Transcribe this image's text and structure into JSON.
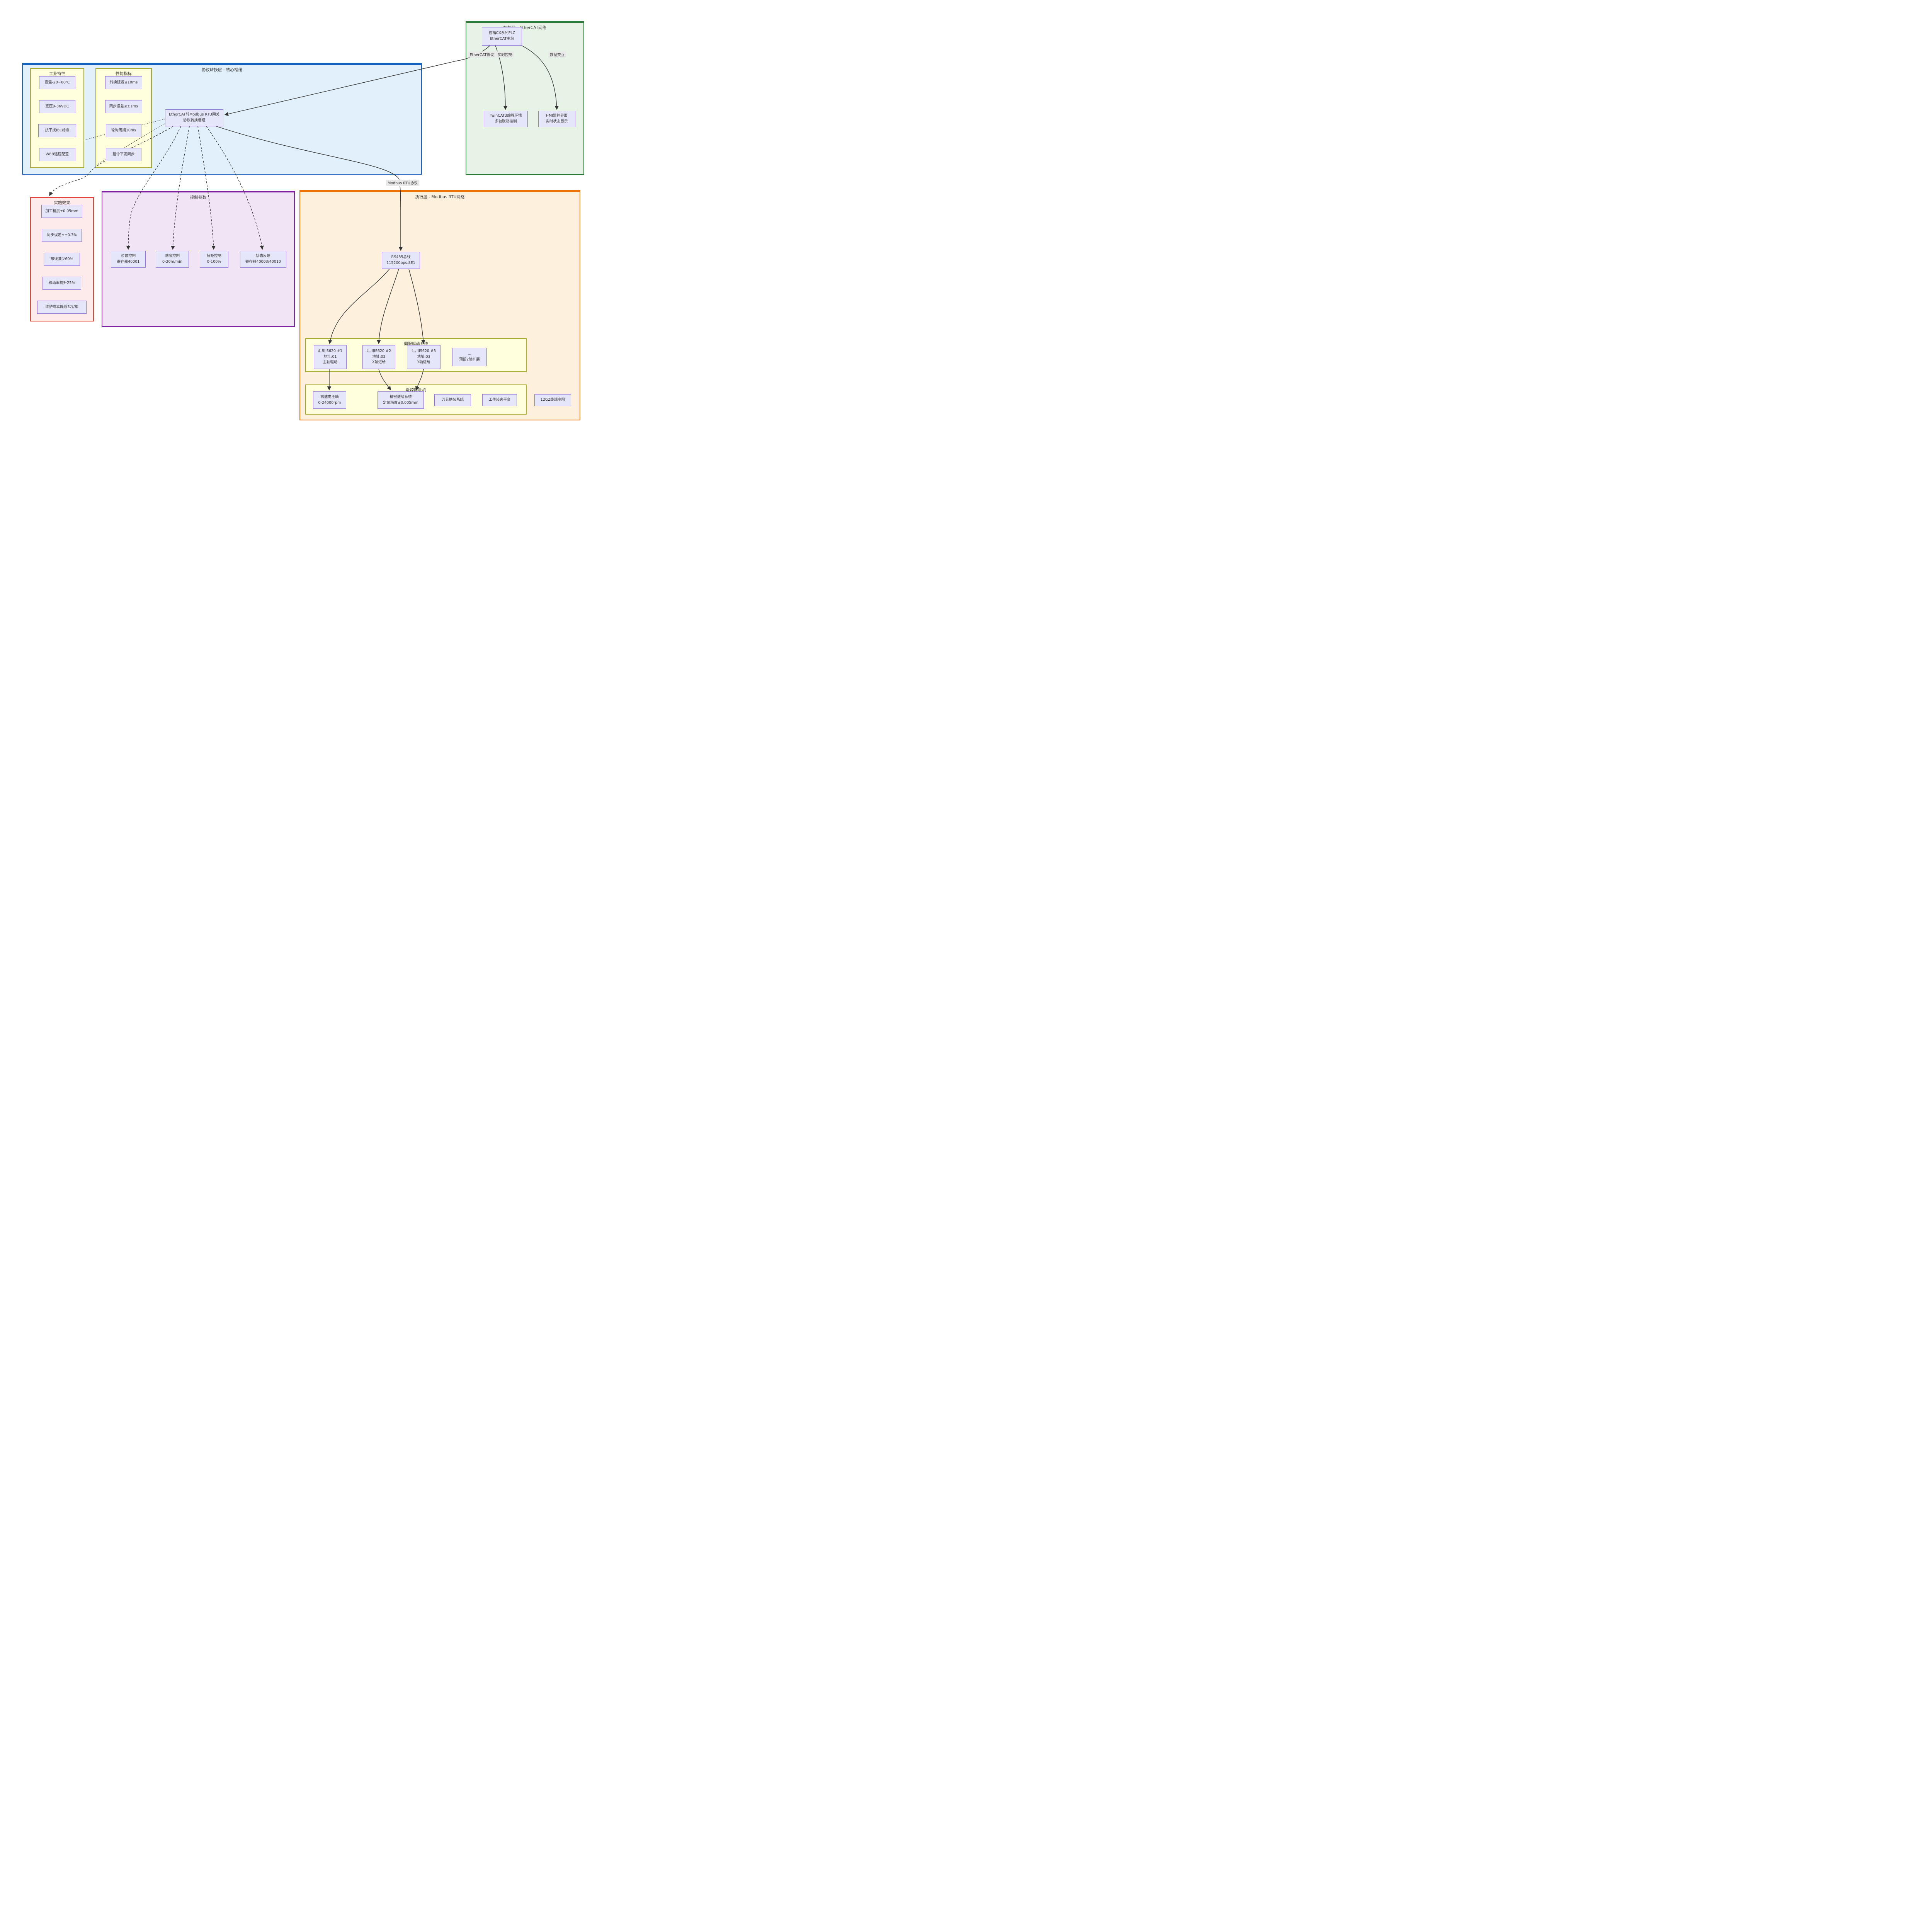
{
  "diagram": {
    "subgraphs": {
      "control_layer": {
        "title": "控制层 - EtherCAT网络"
      },
      "gateway_layer": {
        "title": "协议转换层 - 核心枢纽"
      },
      "industrial": {
        "title": "工业特性"
      },
      "performance": {
        "title": "性能指标"
      },
      "results": {
        "title": "实施效果"
      },
      "params": {
        "title": "控制参数"
      },
      "exec_layer": {
        "title": "执行层 - Modbus RTU网络"
      },
      "servo_system": {
        "title": "伺服驱动系统"
      },
      "cnc_machine": {
        "title": "数控雕铣机"
      }
    },
    "nodes": {
      "plc": {
        "text": "倍福CX系列PLC\nEtherCAT主站"
      },
      "twincat": {
        "text": "TwinCAT3编程环境\n多轴联动控制"
      },
      "hmi": {
        "text": "HMI监控界面\n实时状态显示"
      },
      "gateway": {
        "text": "EtherCAT转Modbus RTU网关\n协议转换枢纽"
      },
      "ind1": {
        "text": "宽温-20~60℃"
      },
      "ind2": {
        "text": "宽压9-36VDC"
      },
      "ind3": {
        "text": "抗干扰IEC标准"
      },
      "ind4": {
        "text": "WEB远程配置"
      },
      "perf1": {
        "text": "转换延迟≤10ms"
      },
      "perf2": {
        "text": "同步误差≤±1ms"
      },
      "perf3": {
        "text": "轮询周期10ms"
      },
      "perf4": {
        "text": "指令下发同步"
      },
      "res1": {
        "text": "加工精度±0.05mm"
      },
      "res2": {
        "text": "同步误差≤±0.3%"
      },
      "res3": {
        "text": "布线减少60%"
      },
      "res4": {
        "text": "稼动率提升25%"
      },
      "res5": {
        "text": "维护成本降低3万/年"
      },
      "param1": {
        "text": "位置控制\n寄存器40001"
      },
      "param2": {
        "text": "速度控制\n0-20m/min"
      },
      "param3": {
        "text": "扭矩控制\n0-100%"
      },
      "param4": {
        "text": "状态反馈\n寄存器40003/40010"
      },
      "rs485": {
        "text": "RS485总线\n115200bps,8E1"
      },
      "servo1": {
        "text": "汇川IS620 #1\n地址:01\n主轴驱动"
      },
      "servo2": {
        "text": "汇川IS620 #2\n地址:02\nX轴进给"
      },
      "servo3": {
        "text": "汇川IS620 #3\n地址:03\nY轴进给"
      },
      "servo4": {
        "text": "...\n预留2轴扩展"
      },
      "cnc1": {
        "text": "高速电主轴\n0-24000rpm"
      },
      "cnc2": {
        "text": "精密进给系统\n定位精度±0.005mm"
      },
      "cnc3": {
        "text": "刀具换装系统"
      },
      "cnc4": {
        "text": "工件装夹平台"
      },
      "resistor": {
        "text": "120Ω终端电阻"
      }
    },
    "edge_labels": {
      "ethercat": "EtherCAT协议",
      "realtime": "实时控制",
      "data_exchange": "数据交互",
      "modbus": "Modbus RTU协议"
    },
    "colors": {
      "control_border": "#2a7e33",
      "control_fill": "#e8f3e8",
      "gateway_border": "#1565c0",
      "gateway_fill": "#e2f0fb",
      "feature_border": "#aaaa33",
      "feature_fill": "#ffffde",
      "results_border": "#e04438",
      "results_fill": "#fdeaea",
      "params_border": "#7e22a3",
      "params_fill": "#f0e4f5",
      "exec_border": "#ee7203",
      "exec_fill": "#fdf0dd",
      "node_fill": "#e6e6fa",
      "node_border": "#9370db",
      "edge": "#333333"
    }
  }
}
